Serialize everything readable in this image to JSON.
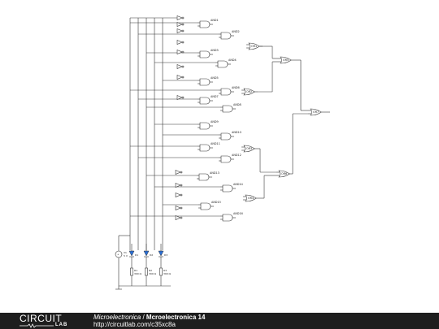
{
  "diagram": {
    "gates": {
      "and": [
        "AND1",
        "AND2",
        "AND3",
        "AND4",
        "AND5",
        "AND6",
        "AND7",
        "AND8",
        "AND9",
        "AND10",
        "AND11",
        "AND12",
        "AND13",
        "AND14",
        "AND15",
        "AND16"
      ],
      "or": [
        "OR1",
        "OR2",
        "OR3",
        "OR4",
        "OR5",
        "OR6",
        "OR7"
      ]
    },
    "components": {
      "source": {
        "name": "V1",
        "value": "5 V"
      },
      "leds": [
        {
          "name": "D1"
        },
        {
          "name": "D2"
        },
        {
          "name": "D3"
        }
      ],
      "resistors": [
        {
          "name": "R1",
          "value": "390 Ω"
        },
        {
          "name": "R2",
          "value": "390 Ω"
        },
        {
          "name": "R3",
          "value": "390 Ω"
        }
      ]
    }
  },
  "footer": {
    "logo_top": "CIRCUIT",
    "logo_bottom": "LAB",
    "owner": "Microelectronica",
    "separator": " / ",
    "title": "Mcroelectronica 14",
    "url": "http://circuitlab.com/c35xc8a"
  },
  "colors": {
    "footer_bg": "#1e1e1e",
    "led_blue": "#2a6fd6"
  }
}
